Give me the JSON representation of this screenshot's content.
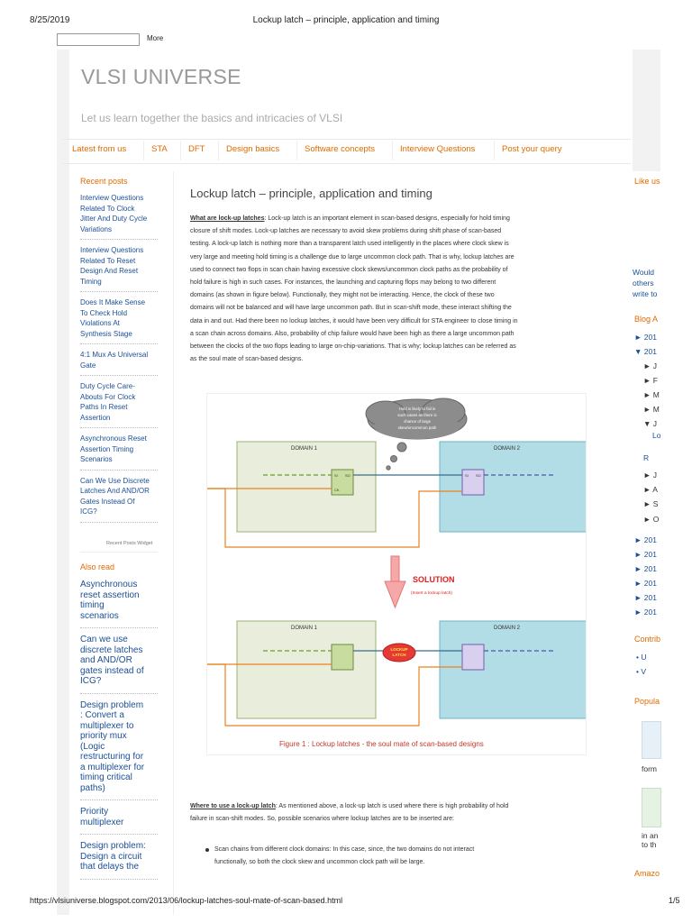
{
  "print_header": {
    "date": "8/25/2019",
    "title": "Lockup latch – principle, application and timing"
  },
  "blogger_bar": {
    "more_label": "More"
  },
  "site": {
    "title": "VLSI UNIVERSE",
    "tagline": "Let us learn together the basics and intricacies of VLSI"
  },
  "nav": [
    "Latest from us",
    "STA",
    "DFT",
    "Design basics",
    "Software concepts",
    "Interview Questions",
    "Post your query"
  ],
  "sidebar": {
    "recent_heading": "Recent posts",
    "recent_posts": [
      [
        "Interview Questions",
        "Related To Clock",
        "Jitter And Duty Cycle",
        "Variations"
      ],
      [
        "Interview Questions",
        "Related To Reset",
        "Design And Reset",
        "Timing"
      ],
      [
        "Does It Make Sense",
        "To Check Hold",
        "Violations At",
        "Synthesis Stage"
      ],
      [
        "4:1 Mux As Universal",
        "Gate"
      ],
      [
        "Duty Cycle Care-",
        "Abouts For Clock",
        "Paths In Reset",
        "Assertion"
      ],
      [
        "Asynchronous Reset",
        "Assertion Timing",
        "Scenarios"
      ],
      [
        "Can We Use Discrete",
        "Latches And AND/OR",
        "Gates Instead Of",
        "ICG?"
      ]
    ],
    "widget_caption": "Recent Posts Widget",
    "also_read_heading": "Also read",
    "also_read": [
      [
        "Asynchronous",
        "reset assertion",
        "timing",
        "scenarios"
      ],
      [
        "Can we use",
        "discrete latches",
        "and AND/OR",
        "gates instead of",
        "ICG?"
      ],
      [
        "Design problem",
        ": Convert a",
        "multiplexer to",
        "priority mux",
        "(Logic",
        "restructuring for",
        "a multiplexer for",
        "timing critical",
        "paths)"
      ],
      [
        "Priority",
        "multiplexer"
      ],
      [
        "Design problem:",
        "Design a circuit",
        "that delays the"
      ]
    ]
  },
  "post": {
    "title": "Lockup latch – principle, application and timing",
    "p1_label": "What are lock-up latches",
    "p1_lines": [
      ": Lock-up latch is an important element in scan-based designs, especially for hold timing",
      "closure of shift modes. Lock-up latches are necessary to avoid skew problems during shift phase of scan-based",
      "testing. A lock-up latch is nothing more than a transparent latch used intelligently in the places where clock skew is",
      "very large and meeting hold timing is a challenge due to large uncommon clock path. That is why, lockup latches are",
      "used to connect two flops in scan chain having excessive clock skews/uncommon clock paths as the probability of",
      "hold failure is high in such cases. For instances, the launching and capturing flops may belong to two different",
      "domains (as shown in figure below). Functionally, they might not be interacting. Hence, the clock of these two",
      "domains will not be balanced and will have large uncommon path. But in scan-shift mode, these interact shifting the",
      "data in and out. Had there been no lockup latches, it would have been very difficult for STA engineer to close timing in",
      "a scan chain across domains. Also, probability of chip failure would have been high as there a large uncommon path",
      "between the clocks of the two flops leading to large on-chip-variations. That is why; lockup latches can be referred as",
      "as the soul mate of scan-based designs."
    ],
    "figure": {
      "cloud_text": [
        "Hold is likely to fail in",
        "such cases as there is",
        "chance of large",
        "skew/uncommon path"
      ],
      "domain1": "DOMAIN 1",
      "domain2": "DOMAIN 2",
      "solution": "SOLUTION",
      "solution_sub": "(Insert a lockup latch)",
      "lockup_label": [
        "LOCKUP",
        "LATCH"
      ],
      "si": "SI",
      "so": "SO",
      "ck": "CK",
      "caption": "Figure 1 : Lockup latches - the soul mate of scan-based designs"
    },
    "p2_label": "Where to use a lock-up latch",
    "p2_lines": [
      ": As mentioned above, a lock-up latch is used where there is high probability of hold",
      "failure in scan-shift modes. So, possible scenarios where lockup latches are to be inserted are:"
    ],
    "bullet_lines": [
      "Scan chains from different clock domains: In this case, since, the two domains do not interact",
      "functionally, so both the clock skew and uncommon clock path will be large."
    ]
  },
  "right_col": {
    "like": "Like us",
    "would": [
      "Would",
      "others",
      "write to"
    ],
    "blog_archive": "Blog A",
    "archive_items": [
      {
        "arrow": "►",
        "text": "201",
        "indent": 0
      },
      {
        "arrow": "▼",
        "text": "201",
        "indent": 0
      },
      {
        "arrow": "►",
        "text": "J",
        "indent": 1
      },
      {
        "arrow": "►",
        "text": "F",
        "indent": 1
      },
      {
        "arrow": "►",
        "text": "M",
        "indent": 1
      },
      {
        "arrow": "►",
        "text": "M",
        "indent": 1
      },
      {
        "arrow": "▼",
        "text": "J",
        "indent": 1
      },
      {
        "arrow": "",
        "text": "Lo",
        "indent": 2
      },
      {
        "arrow": "",
        "text": "R",
        "indent": 1
      },
      {
        "arrow": "►",
        "text": "J",
        "indent": 1
      },
      {
        "arrow": "►",
        "text": "A",
        "indent": 1
      },
      {
        "arrow": "►",
        "text": "S",
        "indent": 1
      },
      {
        "arrow": "►",
        "text": "O",
        "indent": 1
      },
      {
        "arrow": "►",
        "text": "201",
        "indent": 0
      },
      {
        "arrow": "►",
        "text": "201",
        "indent": 0
      },
      {
        "arrow": "►",
        "text": "201",
        "indent": 0
      },
      {
        "arrow": "►",
        "text": "201",
        "indent": 0
      },
      {
        "arrow": "►",
        "text": "201",
        "indent": 0
      },
      {
        "arrow": "►",
        "text": "201",
        "indent": 0
      }
    ],
    "contrib": "Contrib",
    "contrib_items": [
      "U",
      "V"
    ],
    "popular": "Popula",
    "pop1": "form",
    "pop2": [
      "in an",
      "to th"
    ],
    "amazon": "Amazo"
  },
  "footer": {
    "url": "https://vlsiuniverse.blogspot.com/2013/06/lockup-latches-soul-mate-of-scan-based.html",
    "page": "1/5"
  }
}
